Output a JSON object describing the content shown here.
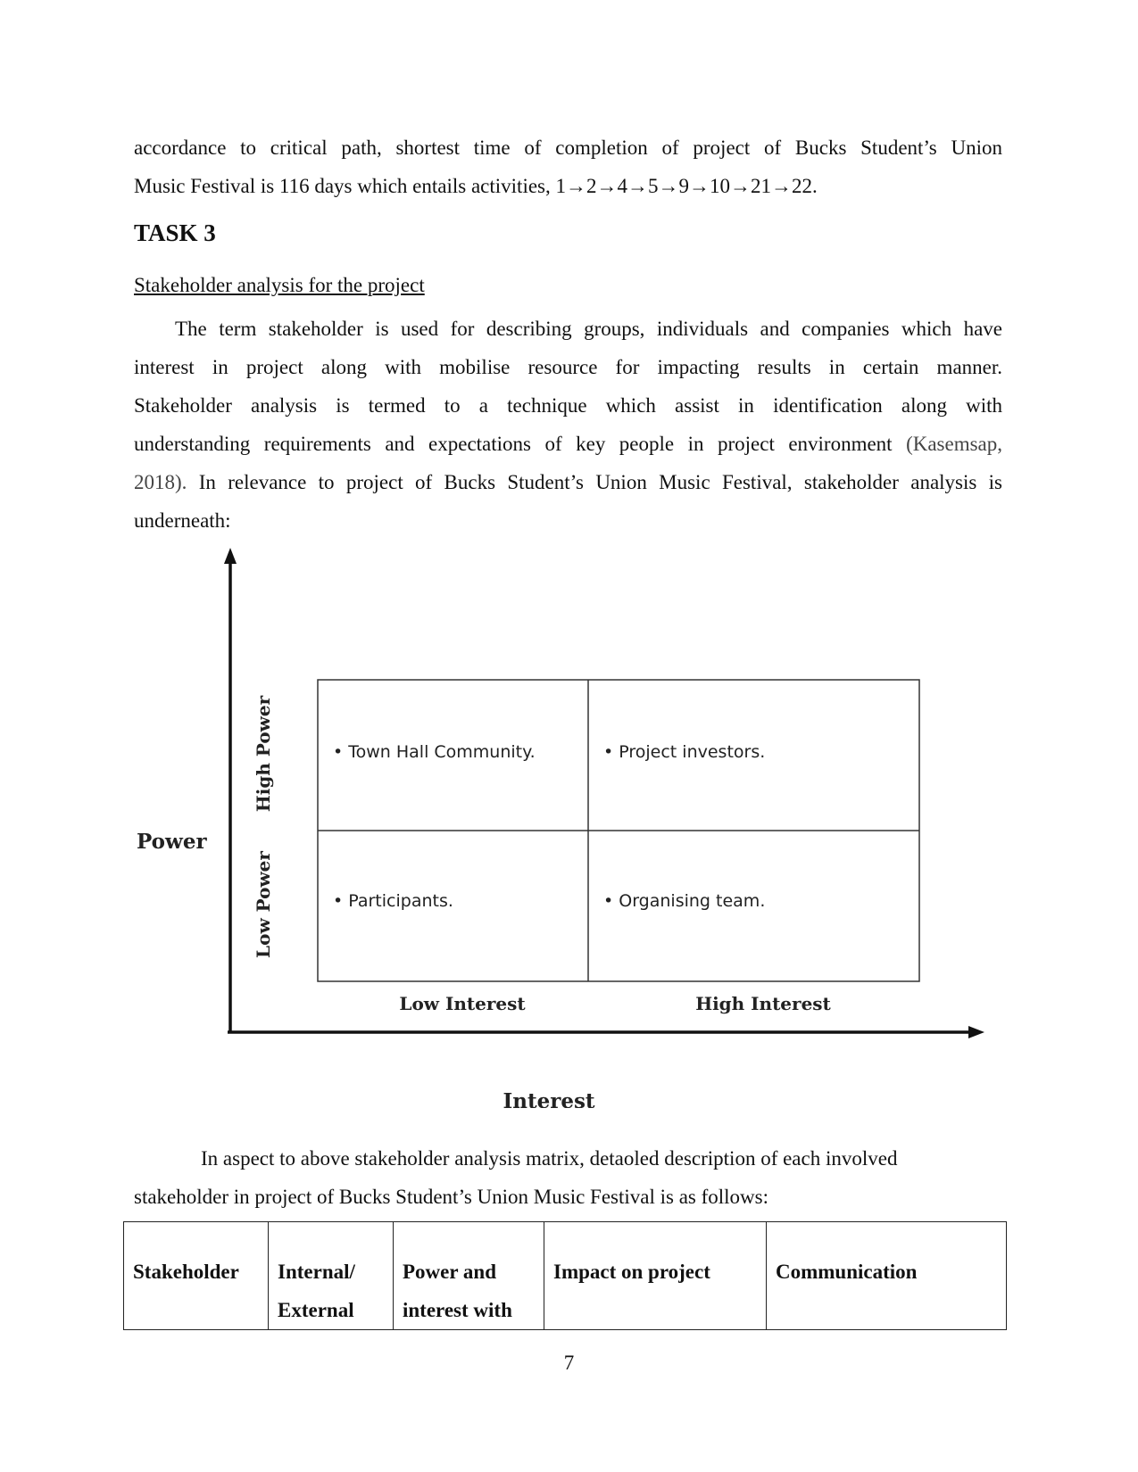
{
  "body": {
    "para1_lines": [
      "accordance to critical path, shortest time of completion of project of Bucks Student’s Union",
      "Music Festival is 116 days which entails activities, 1→2→4→5→9→10→21→22."
    ],
    "task_heading": "TASK 3",
    "subheading": "Stakeholder analysis for the project",
    "para2_lines": [
      "The term stakeholder is used for describing groups, individuals and companies which have",
      "interest in project along with mobilise resource for impacting results in certain manner.",
      "Stakeholder analysis is termed to a technique which assist in identification along with"
    ],
    "para2_line4_text": "understanding requirements and expectations of key people in project environment ",
    "para2_cite_start": "(Kasemsap,",
    "para2_cite_end": "2018).",
    "para2_line5_rest": " In relevance to project of Bucks Student’s Union Music Festival, stakeholder analysis is",
    "para2_line6": "underneath:",
    "para3_lines": [
      "In aspect to above stakeholder analysis matrix, detaoled description of each involved",
      "stakeholder in project of Bucks Student’s Union Music Festival is as follows:"
    ]
  },
  "matrix": {
    "y_axis_label": "Power",
    "x_axis_label": "Interest",
    "high_power_label": "High Power",
    "low_power_label": "Low Power",
    "low_interest_label": "Low Interest",
    "high_interest_label": "High Interest",
    "cells": {
      "high_power_low_interest": "• Town Hall Community.",
      "high_power_high_interest": "• Project investors.",
      "low_power_low_interest": "• Participants.",
      "low_power_high_interest": "• Organising team."
    }
  },
  "table": {
    "headers": [
      [
        "Stakeholder"
      ],
      [
        "Internal/",
        "External"
      ],
      [
        "Power and",
        "interest with"
      ],
      [
        "Impact on project"
      ],
      [
        "Communication"
      ]
    ]
  },
  "footer": {
    "page_number": "7"
  }
}
